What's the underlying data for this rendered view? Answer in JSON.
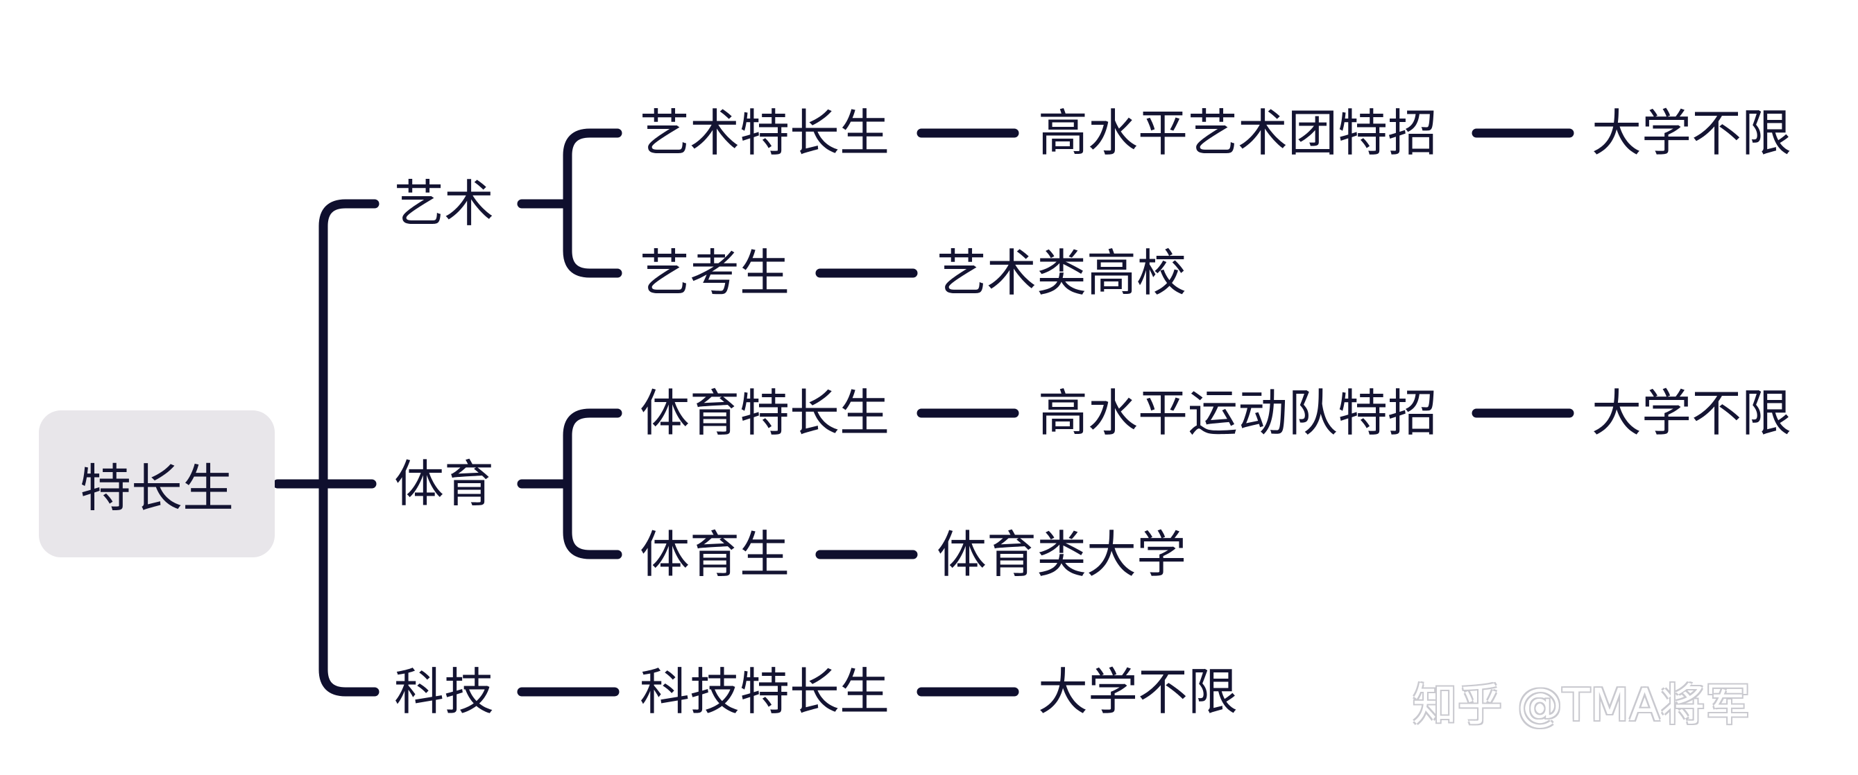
{
  "colors": {
    "line": "#0f0f2e",
    "root_bg": "#e8e6ea",
    "watermark": "#c9c9cf"
  },
  "root": {
    "label": "特长生"
  },
  "branches": {
    "art": {
      "label": "艺术",
      "special": {
        "label": "艺术特长生",
        "path": "高水平艺术团特招",
        "school": "大学不限"
      },
      "regular": {
        "label": "艺考生",
        "school": "艺术类高校"
      }
    },
    "sports": {
      "label": "体育",
      "special": {
        "label": "体育特长生",
        "path": "高水平运动队特招",
        "school": "大学不限"
      },
      "regular": {
        "label": "体育生",
        "school": "体育类大学"
      }
    },
    "tech": {
      "label": "科技",
      "special": {
        "label": "科技特长生",
        "school": "大学不限"
      }
    }
  },
  "watermark": {
    "text": "知乎 @TMA将军"
  }
}
